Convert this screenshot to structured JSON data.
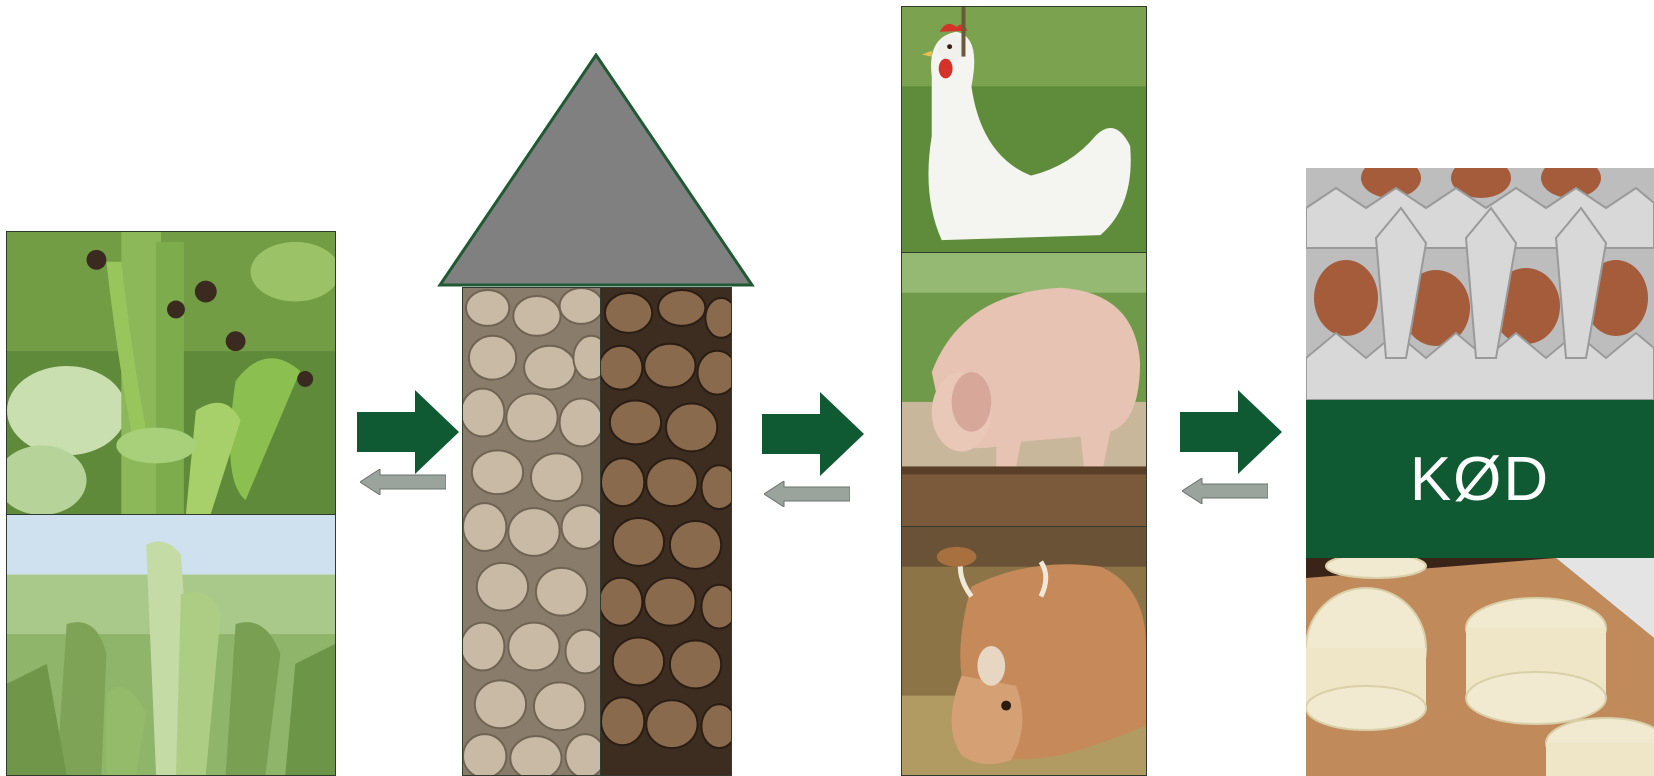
{
  "colors": {
    "arrow_green": "#0f5a32",
    "arrow_grey": "#9aa39c",
    "roof_grey": "#808080",
    "roof_outline": "#1f5a34",
    "band_green": "#0f5a32"
  },
  "stages": [
    {
      "name": "bean-plants",
      "photos": [
        "bean-pods-closeup-photo",
        "bean-field-photo"
      ]
    },
    {
      "name": "grain-silo",
      "photos": [
        "light-faba-beans-photo",
        "dark-faba-beans-photo"
      ]
    },
    {
      "name": "livestock",
      "photos": [
        "hen-photo",
        "pig-photo",
        "cow-photo"
      ]
    },
    {
      "name": "products",
      "photos": [
        "egg-trays-photo",
        "cheese-photo"
      ]
    }
  ],
  "products": {
    "label": "KØD"
  }
}
